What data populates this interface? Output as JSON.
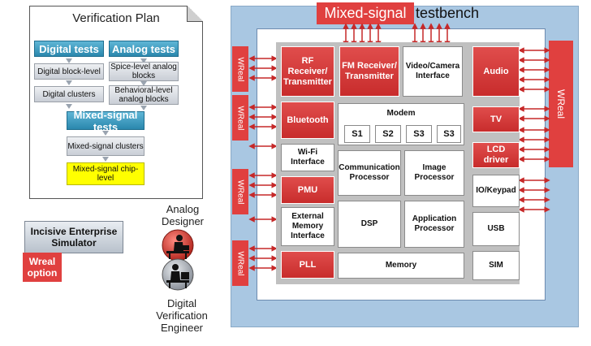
{
  "plan": {
    "title": "Verification Plan",
    "digital_tests": "Digital tests",
    "analog_tests": "Analog tests",
    "digital_block_level": "Digital block-level",
    "digital_clusters": "Digital clusters",
    "spice_level": "Spice-level analog blocks",
    "behavioral_level": "Behavioral-level analog blocks",
    "mixed_signal_tests": "Mixed-signal tests",
    "mixed_signal_clusters": "Mixed-signal clusters",
    "mixed_signal_chip": "Mixed-signal chip-level"
  },
  "simulator": {
    "name": "Incisive Enterprise Simulator",
    "option": "Wreal option"
  },
  "people": {
    "analog": "Analog Designer",
    "digital": "Digital Verification Engineer"
  },
  "testbench": {
    "title_highlight": "Mixed-signal",
    "title_rest": "testbench",
    "wreal_label": "WReal"
  },
  "blocks": {
    "rf": "RF Receiver/ Transmitter",
    "fm": "FM Receiver/ Transmitter",
    "video": "Video/Camera Interface",
    "audio": "Audio",
    "bluetooth": "Bluetooth",
    "modem": "Modem",
    "s1": "S1",
    "s2": "S2",
    "s3a": "S3",
    "s3b": "S3",
    "tv": "TV",
    "wifi": "Wi-Fi Interface",
    "comm": "Communication Processor",
    "image": "Image Processor",
    "lcd": "LCD driver",
    "pmu": "PMU",
    "io": "IO/Keypad",
    "ext_mem": "External Memory Interface",
    "dsp": "DSP",
    "app": "Application Processor",
    "usb": "USB",
    "pll": "PLL",
    "memory": "Memory",
    "sim": "SIM"
  },
  "colors": {
    "accent_red": "#e0403f",
    "testbench_blue": "#a9c7e2",
    "plan_blue": "#2a87ad",
    "highlight_yellow": "#ffff00"
  }
}
